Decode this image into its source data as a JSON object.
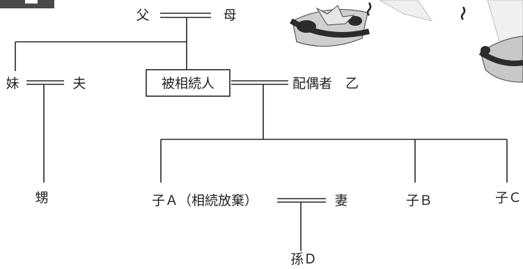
{
  "diagram": {
    "father": "父",
    "mother": "母",
    "sister": "妹",
    "husband": "夫",
    "decedent": "被相続人",
    "spouse": "配偶者　乙",
    "nephew": "甥",
    "child_a": "子Ａ（相続放棄）",
    "wife": "妻",
    "child_b": "子Ｂ",
    "child_c": "子Ｃ",
    "grandchild_d": "孫Ｄ"
  },
  "colors": {
    "line": "#222222",
    "header_badge": "#4a4a4a",
    "illustration_dark": "#2b2b2b",
    "illustration_grey": "#b9b9b9"
  }
}
